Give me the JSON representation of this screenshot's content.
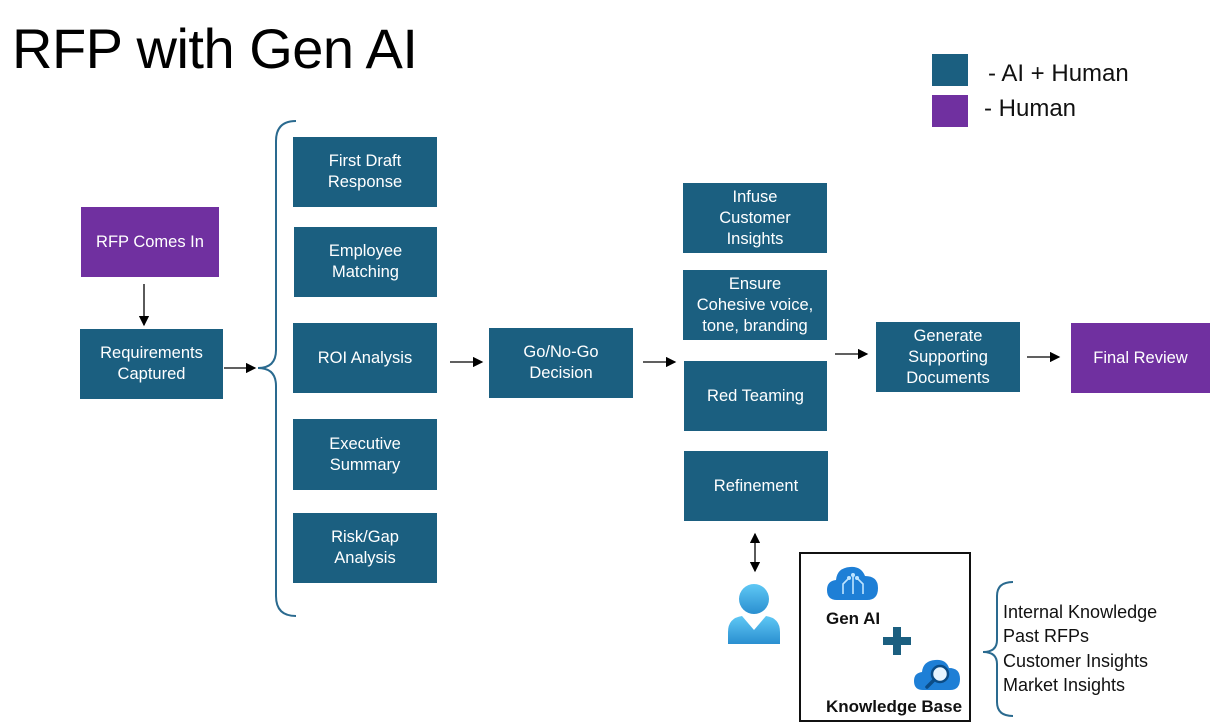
{
  "title": "RFP with Gen AI",
  "legend": [
    {
      "label": "- AI + Human",
      "color": "#1b5f80"
    },
    {
      "label": "- Human",
      "color": "#7030a0"
    }
  ],
  "nodes": {
    "rfp_comes_in": "RFP Comes In",
    "requirements": "Requirements\nCaptured",
    "first_draft": "First Draft\nResponse",
    "employee_matching": "Employee\nMatching",
    "roi_analysis": "ROI Analysis",
    "executive_summary": "Executive\nSummary",
    "risk_gap": "Risk/Gap\nAnalysis",
    "go_no_go": "Go/No-Go\nDecision",
    "infuse": "Infuse\nCustomer\nInsights",
    "ensure": "Ensure\nCohesive voice,\ntone, branding",
    "red_teaming": "Red Teaming",
    "refinement": "Refinement",
    "generate": "Generate\nSupporting\nDocuments",
    "final_review": "Final Review"
  },
  "kb": {
    "gen_ai": "Gen AI",
    "knowledge_base": "Knowledge Base",
    "plus_icon": "plus-icon",
    "person_icon": "person-icon"
  },
  "sources": [
    "Internal Knowledge",
    "Past RFPs",
    "Customer Insights",
    "Market Insights"
  ],
  "colors": {
    "ai_human": "#1b5f80",
    "human": "#7030a0",
    "cloud": "#1e7fd6"
  }
}
